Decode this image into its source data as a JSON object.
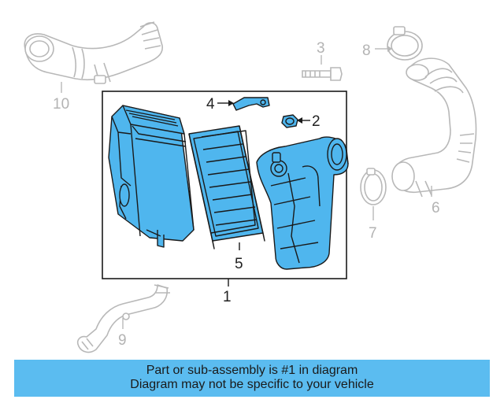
{
  "callouts": {
    "c1": "1",
    "c2": "2",
    "c3": "3",
    "c4": "4",
    "c5": "5",
    "c6": "6",
    "c7": "7",
    "c8": "8",
    "c9": "9",
    "c10": "10"
  },
  "banner": {
    "line1": "Part or sub-assembly is #1 in diagram",
    "line2": "Diagram may not be specific to your vehicle"
  },
  "colors": {
    "highlight_fill": "#4fb6ee",
    "outline": "#1a1a1a",
    "faded_outline": "#b8b8b8",
    "banner_bg": "#5bbcf0"
  }
}
